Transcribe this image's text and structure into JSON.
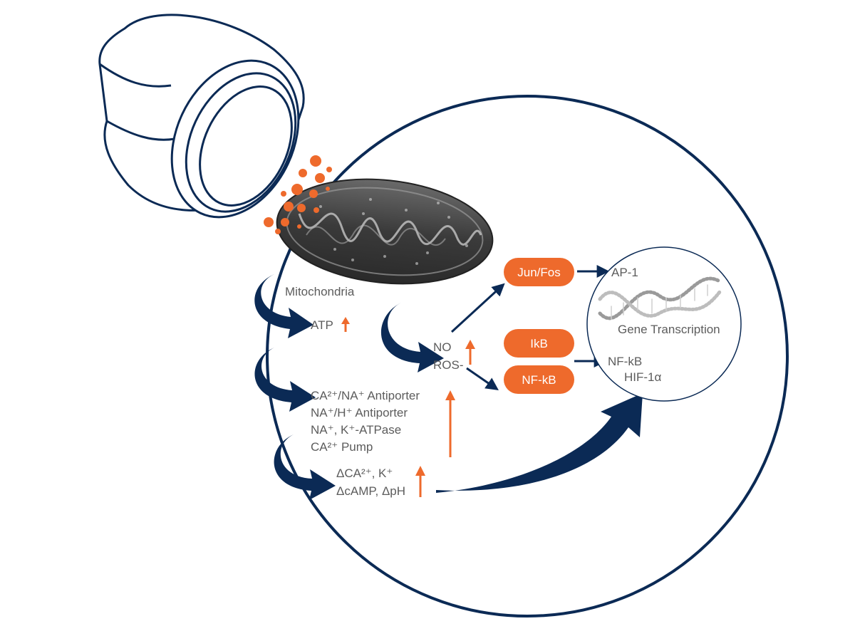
{
  "colors": {
    "navy": "#0b2a55",
    "orange": "#ee6a2c",
    "text": "#5c5c5c",
    "mito_dark": "#3f3f3f"
  },
  "icons": {
    "lens": "microscope-objective-lens-icon",
    "mitochondrion": "mitochondrion-icon",
    "dna": "dna-double-helix-icon"
  },
  "labels": {
    "mitochondria": "Mitochondria",
    "atp": "ATP",
    "no": "NO",
    "ros": "ROS-",
    "antiporter_1": "CA²⁺/NA⁺ Antiporter",
    "antiporter_2": "NA⁺/H⁺ Antiporter",
    "atpase": "NA⁺, K⁺-ATPase",
    "pump": "CA²⁺ Pump",
    "delta_ions": "ΔCA²⁺, K⁺",
    "delta_camp": "ΔcAMP, ΔpH",
    "ap1": "AP-1",
    "gene_transcription": "Gene Transcription",
    "nfkb_out": "NF-kB",
    "hif": "HIF-1α"
  },
  "pills": {
    "junfos": "Jun/Fos",
    "ikb": "IkB",
    "nfkb": "NF-kB"
  }
}
